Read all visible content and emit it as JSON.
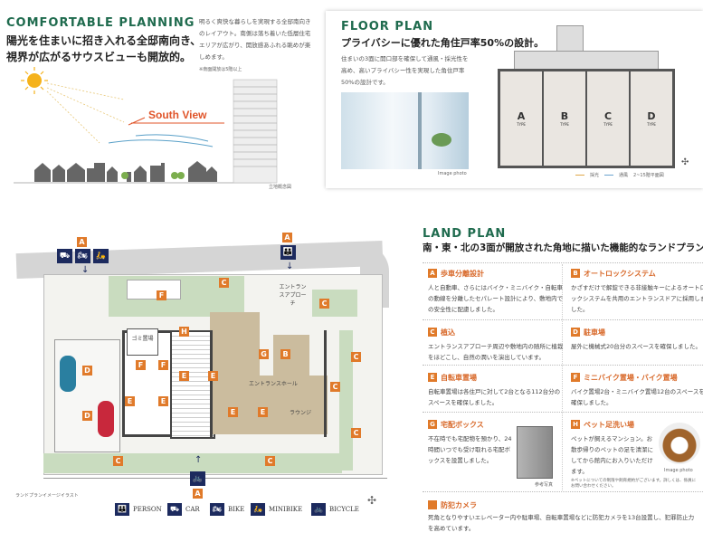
{
  "comfortable": {
    "title": "COMFORTABLE PLANNING",
    "headline_1": "陽光を住まいに招き入れる全邸南向き、",
    "headline_2": "視界が広がるサウスビューも開放的。",
    "body": "明るく爽快な暮らしを実現する全邸南向きのレイアウト。南側は落ち着いた低層住宅エリアが広がり、開放感あふれる眺めが楽しめます。",
    "note": "※南面開放は5階以上",
    "south_view": "South View",
    "caption": "立地概念図",
    "colors": {
      "sun": "#f5b21c",
      "arrow": "#e0552a"
    }
  },
  "floor_plan": {
    "title": "FLOOR PLAN",
    "headline": "プライバシーに優れた角住戸率50%の設計。",
    "body": "住まいの3面に開口部を確保して通風・採光性を高め、高いプライバシー性を実現した角住戸率50%の設計です。",
    "photo_caption": "Image photo",
    "units": [
      {
        "letter": "A",
        "type": "TYPE"
      },
      {
        "letter": "B",
        "type": "TYPE"
      },
      {
        "letter": "C",
        "type": "TYPE"
      },
      {
        "letter": "D",
        "type": "TYPE"
      }
    ],
    "legend_light": "採光",
    "legend_wind": "通風",
    "legend_floor": "2~15階平面図"
  },
  "site_plan": {
    "entrance_approach": "エントランスアプローチ",
    "garbage": "ゴミ置場",
    "entrance_hall": "エントランスホール",
    "lounge": "ラウンジ",
    "caption": "ランドプランイメージイラスト",
    "legend": [
      {
        "icon": "person-icon",
        "label": "PERSON"
      },
      {
        "icon": "car-icon",
        "label": "CAR"
      },
      {
        "icon": "bike-icon",
        "label": "BIKE"
      },
      {
        "icon": "minibike-icon",
        "label": "MINIBIKE"
      },
      {
        "icon": "bicycle-icon",
        "label": "BICYCLE"
      }
    ],
    "markers": {
      "A": "A",
      "B": "B",
      "C": "C",
      "D": "D",
      "E": "E",
      "F": "F",
      "G": "G",
      "H": "H"
    }
  },
  "land_plan": {
    "title": "LAND PLAN",
    "headline": "南・東・北の3面が開放された角地に描いた機能的なランドプラン。",
    "features": [
      {
        "key": "A",
        "title": "歩車分離設計",
        "body": "人と自動車、さらにはバイク・ミニバイク・自転車の動線を分離したセパレート設計により、敷地内での安全性に配慮しました。"
      },
      {
        "key": "B",
        "title": "オートロックシステム",
        "body": "かざすだけで解錠できる非接触キーによるオートロックシステムを共用のエントランスドアに採用しました。"
      },
      {
        "key": "C",
        "title": "植込",
        "body": "エントランスアプローチ周辺や敷地内の随所に植栽をほどこし、自然の潤いを演出しています。"
      },
      {
        "key": "D",
        "title": "駐車場",
        "body": "屋外に機械式20台分のスペースを確保しました。"
      },
      {
        "key": "E",
        "title": "自転車置場",
        "body": "自転車置場は各住戸に対して2台となる112台分のスペースを確保しました。"
      },
      {
        "key": "F",
        "title": "ミニバイク置場・バイク置場",
        "body": "バイク置場2台・ミニバイク置場12台のスペースを確保しました。"
      },
      {
        "key": "G",
        "title": "宅配ボックス",
        "body": "不在時でも宅配物を預かり、24時間いつでも受け取れる宅配ボックスを設置しました。"
      },
      {
        "key": "H",
        "title": "ペット足洗い場",
        "body": "ペットが飼えるマンション。お散歩帰りのペットの足を清潔にしてから館内にお入りいただけます。"
      }
    ],
    "box_caption": "参考写真",
    "pet_caption": "Image photo",
    "pet_note": "※ペットについての制限や飼育規約がございます。詳しくは、係員にお問い合わせください。",
    "camera_title": "防犯カメラ",
    "camera_body": "死角となりやすいエレベーター内や駐車場、自転車置場などに防犯カメラを13台設置し、犯罪防止力を高めています。",
    "colors": {
      "accent": "#e07a2a",
      "title": "#1f6b4e",
      "icon": "#1c2a5e"
    }
  }
}
